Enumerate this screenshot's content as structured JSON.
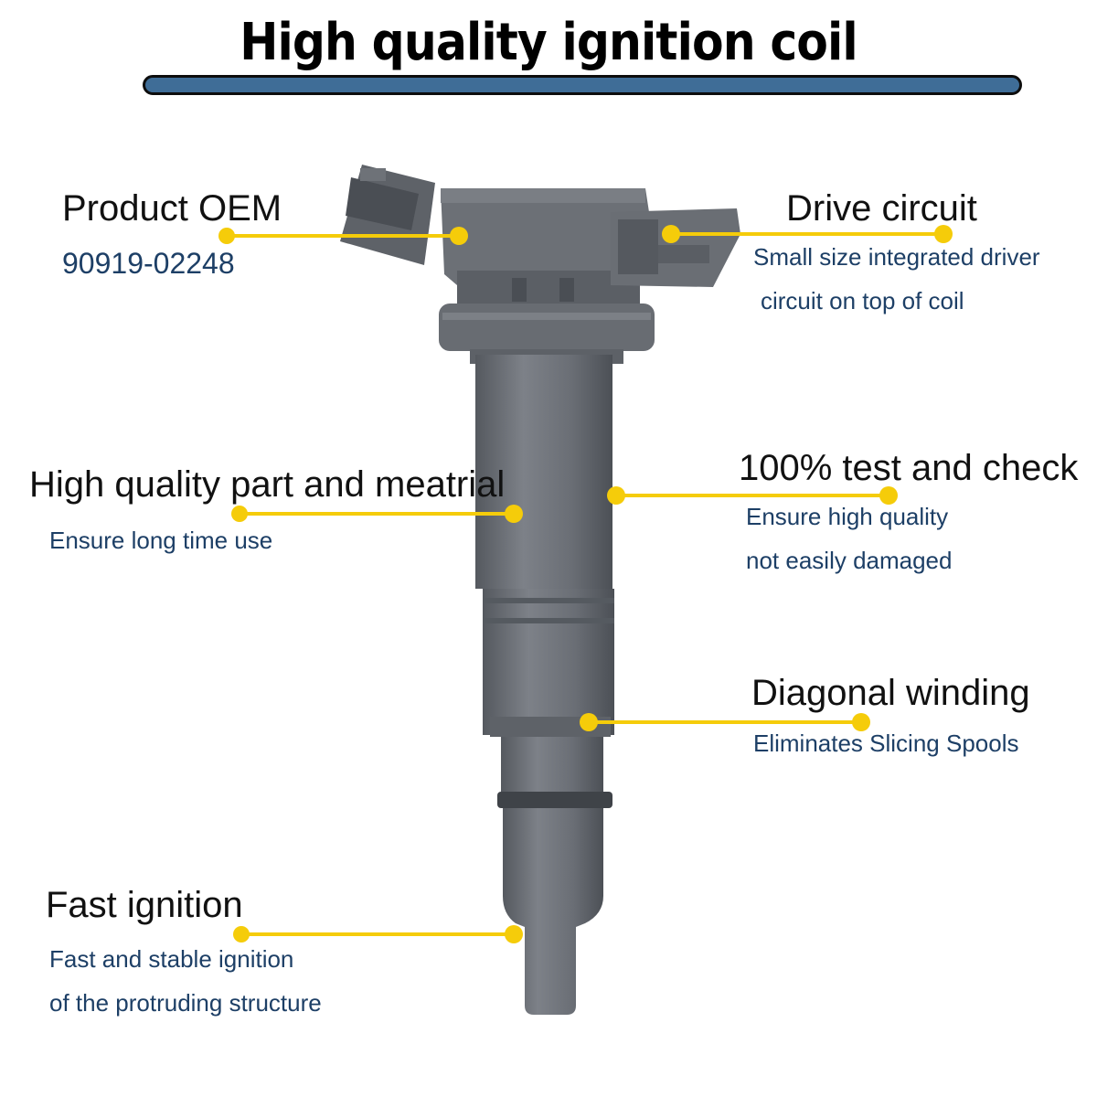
{
  "title": "High quality ignition coil",
  "colors": {
    "title_bar": "#3f6d97",
    "callout": "#f5cc0a",
    "coil_body": "#6f737a",
    "subtext": "#1d3f66"
  },
  "callouts": {
    "product_oem": {
      "heading": "Product OEM",
      "lines": [
        "90919-02248"
      ]
    },
    "drive_circuit": {
      "heading": "Drive circuit",
      "lines": [
        "Small size integrated driver",
        "circuit on top of coil"
      ]
    },
    "quality_material": {
      "heading": "High quality part and meatrial",
      "lines": [
        "Ensure long time use"
      ]
    },
    "test_check": {
      "heading": "100% test and check",
      "lines": [
        "Ensure high quality",
        "not easily damaged"
      ]
    },
    "diagonal_winding": {
      "heading": "Diagonal winding",
      "lines": [
        "Eliminates Slicing Spools"
      ]
    },
    "fast_ignition": {
      "heading": "Fast ignition",
      "lines": [
        "Fast and stable ignition",
        "of the protruding structure"
      ]
    }
  }
}
